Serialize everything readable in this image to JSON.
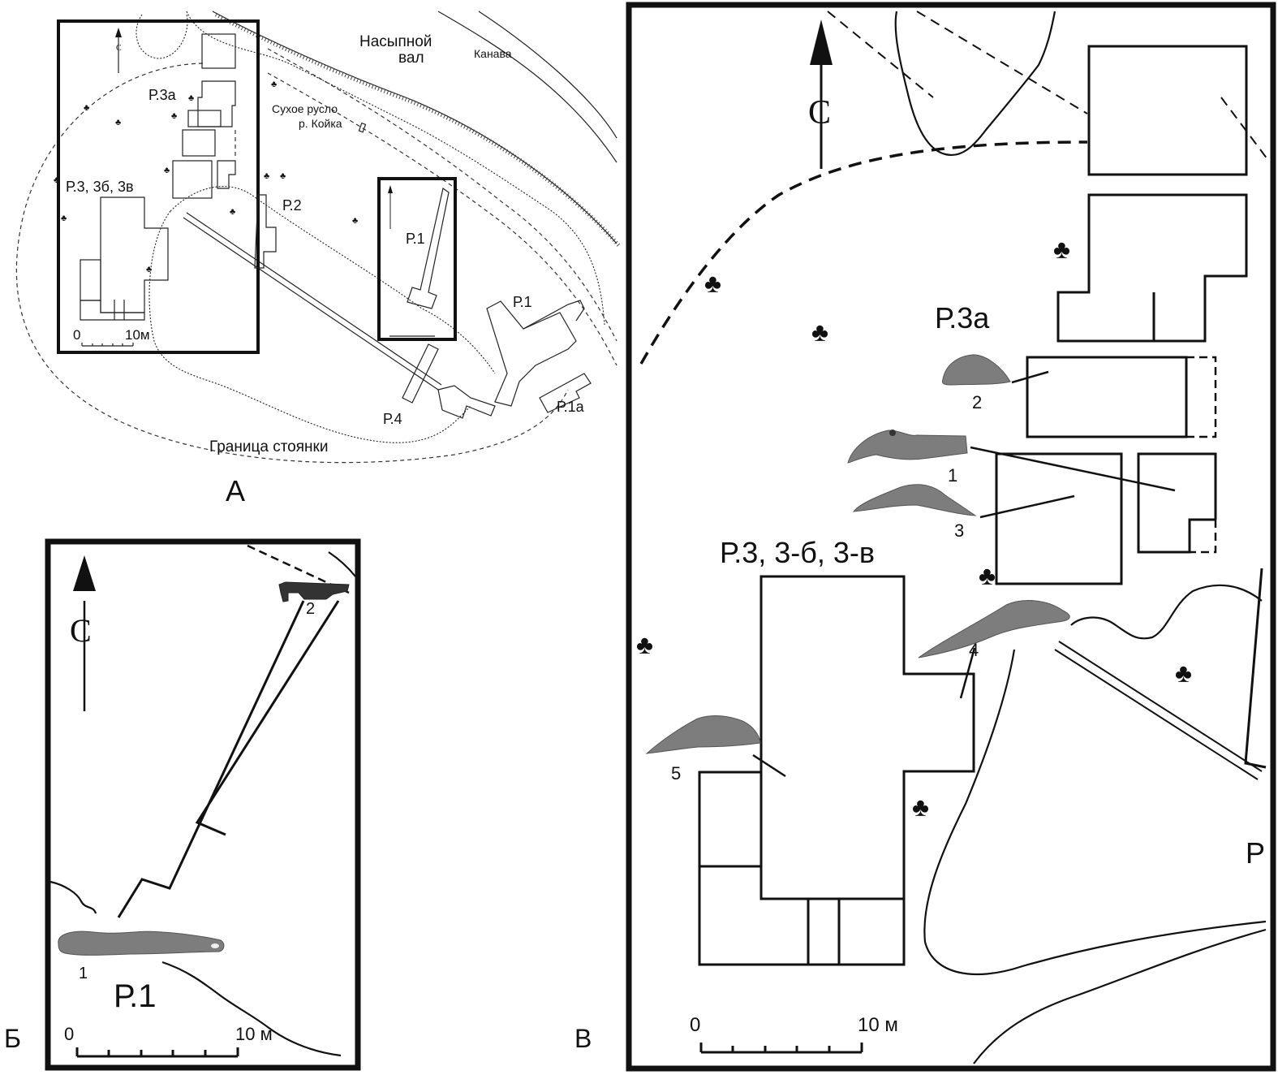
{
  "figure": {
    "panels": [
      {
        "id": "A",
        "panel_label": "А",
        "labels": {
          "embankment_line1": "Насыпной",
          "embankment_line2": "вал",
          "ditch": "Канава",
          "dry_bed_line1": "Сухое русло",
          "dry_bed_line2": "р. Койка",
          "p3a": "Р.3а",
          "p3_group": "Р.3, 3б, 3в",
          "p2": "Р.2",
          "p1_inset": "Р.1",
          "p1": "Р.1",
          "p1a": "Р.1а",
          "p4": "Р.4",
          "site_boundary": "Граница стоянки",
          "north": "С",
          "scale_zero": "0",
          "scale_end": "10м"
        }
      },
      {
        "id": "B",
        "panel_label": "Б",
        "labels": {
          "p1": "Р.1",
          "north": "С",
          "artifact_1": "1",
          "artifact_2": "2",
          "scale_zero": "0",
          "scale_end": "10 м"
        }
      },
      {
        "id": "V",
        "panel_label": "В",
        "labels": {
          "p3a": "Р.3а",
          "p3_group": "Р.3, 3-б, 3-в",
          "cut_label": "Р",
          "north": "С",
          "artifact_1": "1",
          "artifact_2": "2",
          "artifact_3": "3",
          "artifact_4": "4",
          "artifact_5": "5",
          "scale_zero": "0",
          "scale_end": "10 м"
        }
      }
    ]
  }
}
